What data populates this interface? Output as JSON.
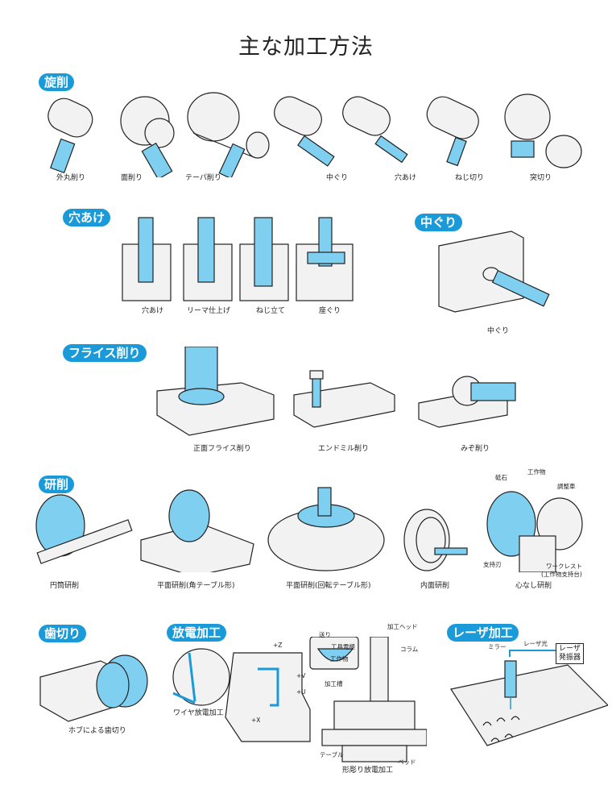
{
  "title": "主な加工方法",
  "colors": {
    "accent": "#1a9ad9",
    "tool": "#7fd0f0"
  },
  "sections": {
    "turning": {
      "badge": "旋削",
      "labels": [
        "外丸削り",
        "面削り",
        "テーパ削り",
        "中ぐり",
        "穴あけ",
        "ねじ切り",
        "突切り"
      ]
    },
    "drilling": {
      "badge": "穴あけ",
      "labels": [
        "穴あけ",
        "リーマ仕上げ",
        "ねじ立て",
        "座ぐり"
      ]
    },
    "boring": {
      "badge": "中ぐり",
      "labels": [
        "中ぐり"
      ]
    },
    "milling": {
      "badge": "フライス削り",
      "labels": [
        "正面フライス削り",
        "エンドミル削り",
        "みぞ削り"
      ]
    },
    "grinding": {
      "badge": "研削",
      "labels": [
        "円筒研削",
        "平面研削(角テーブル形)",
        "平面研削(回転テーブル形)",
        "内面研削",
        "心なし研削"
      ],
      "parts": [
        "砥石",
        "工作物",
        "調整車",
        "支持刃",
        "ワークレスト",
        "(工作物支持台)"
      ]
    },
    "gear": {
      "badge": "歯切り",
      "labels": [
        "ホブによる歯切り"
      ]
    },
    "edm": {
      "badge": "放電加工",
      "labels": [
        "ワイヤ放電加工",
        "形彫り放電加工"
      ],
      "axes": [
        "+Z",
        "+V",
        "+U",
        "+X"
      ],
      "parts": [
        "送り",
        "工具電極",
        "工作物",
        "加工ヘッド",
        "コラム",
        "加工槽",
        "テーブル",
        "ベッド"
      ]
    },
    "laser": {
      "badge": "レーザ加工",
      "parts": [
        "ミラー",
        "レーザ光"
      ],
      "oscillator": [
        "レーザ",
        "発振器"
      ]
    }
  }
}
